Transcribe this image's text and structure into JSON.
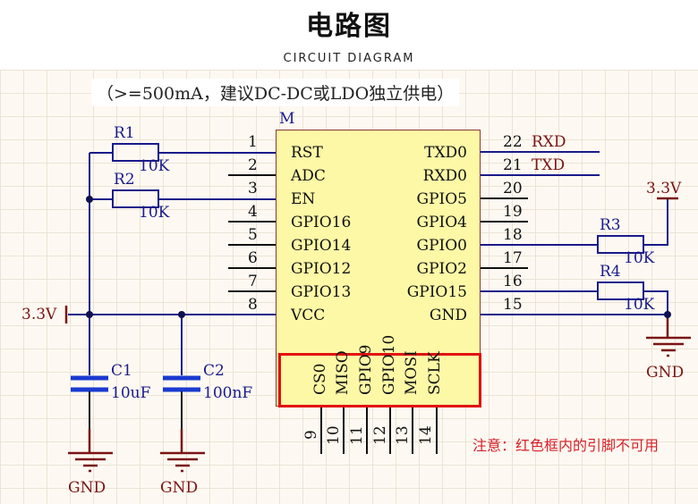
{
  "header": {
    "title": "电路图",
    "subtitle": "CIRCUIT DIAGRAM"
  },
  "note_top": "（>=500mA，建议DC-DC或LDO独立供电）",
  "module": {
    "designator": "M",
    "left_pins": [
      {
        "num": "1",
        "name": "RST"
      },
      {
        "num": "2",
        "name": "ADC"
      },
      {
        "num": "3",
        "name": "EN"
      },
      {
        "num": "4",
        "name": "GPIO16"
      },
      {
        "num": "5",
        "name": "GPIO14"
      },
      {
        "num": "6",
        "name": "GPIO12"
      },
      {
        "num": "7",
        "name": "GPIO13"
      },
      {
        "num": "8",
        "name": "VCC"
      }
    ],
    "right_pins": [
      {
        "num": "22",
        "name": "TXD0",
        "net": "RXD"
      },
      {
        "num": "21",
        "name": "RXD0",
        "net": "TXD"
      },
      {
        "num": "20",
        "name": "GPIO5",
        "net": ""
      },
      {
        "num": "19",
        "name": "GPIO4",
        "net": ""
      },
      {
        "num": "18",
        "name": "GPIO0",
        "net": ""
      },
      {
        "num": "17",
        "name": "GPIO2",
        "net": ""
      },
      {
        "num": "16",
        "name": "GPIO15",
        "net": ""
      },
      {
        "num": "15",
        "name": "GND",
        "net": ""
      }
    ],
    "bottom_pins": [
      {
        "num": "9",
        "name": "CS0"
      },
      {
        "num": "10",
        "name": "MISO"
      },
      {
        "num": "11",
        "name": "GPIO9"
      },
      {
        "num": "12",
        "name": "GPIO10"
      },
      {
        "num": "13",
        "name": "MOSI"
      },
      {
        "num": "14",
        "name": "SCLK"
      }
    ]
  },
  "components": {
    "r1": {
      "ref": "R1",
      "value": "10K"
    },
    "r2": {
      "ref": "R2",
      "value": "10K"
    },
    "r3": {
      "ref": "R3",
      "value": "10K"
    },
    "r4": {
      "ref": "R4",
      "value": "10K"
    },
    "c1": {
      "ref": "C1",
      "value": "10uF"
    },
    "c2": {
      "ref": "C2",
      "value": "100nF"
    }
  },
  "nets": {
    "vcc_left": "3.3V",
    "vcc_right": "3.3V",
    "gnd": "GND"
  },
  "warning": "注意：红色框内的引脚不可用",
  "colors": {
    "wire": "#1a1a8a",
    "pin": "#111111",
    "power": "#7a1414",
    "chip_fill": "#fdf8a6",
    "highlight_box": "#e01010",
    "warning_text": "#d8202a"
  }
}
